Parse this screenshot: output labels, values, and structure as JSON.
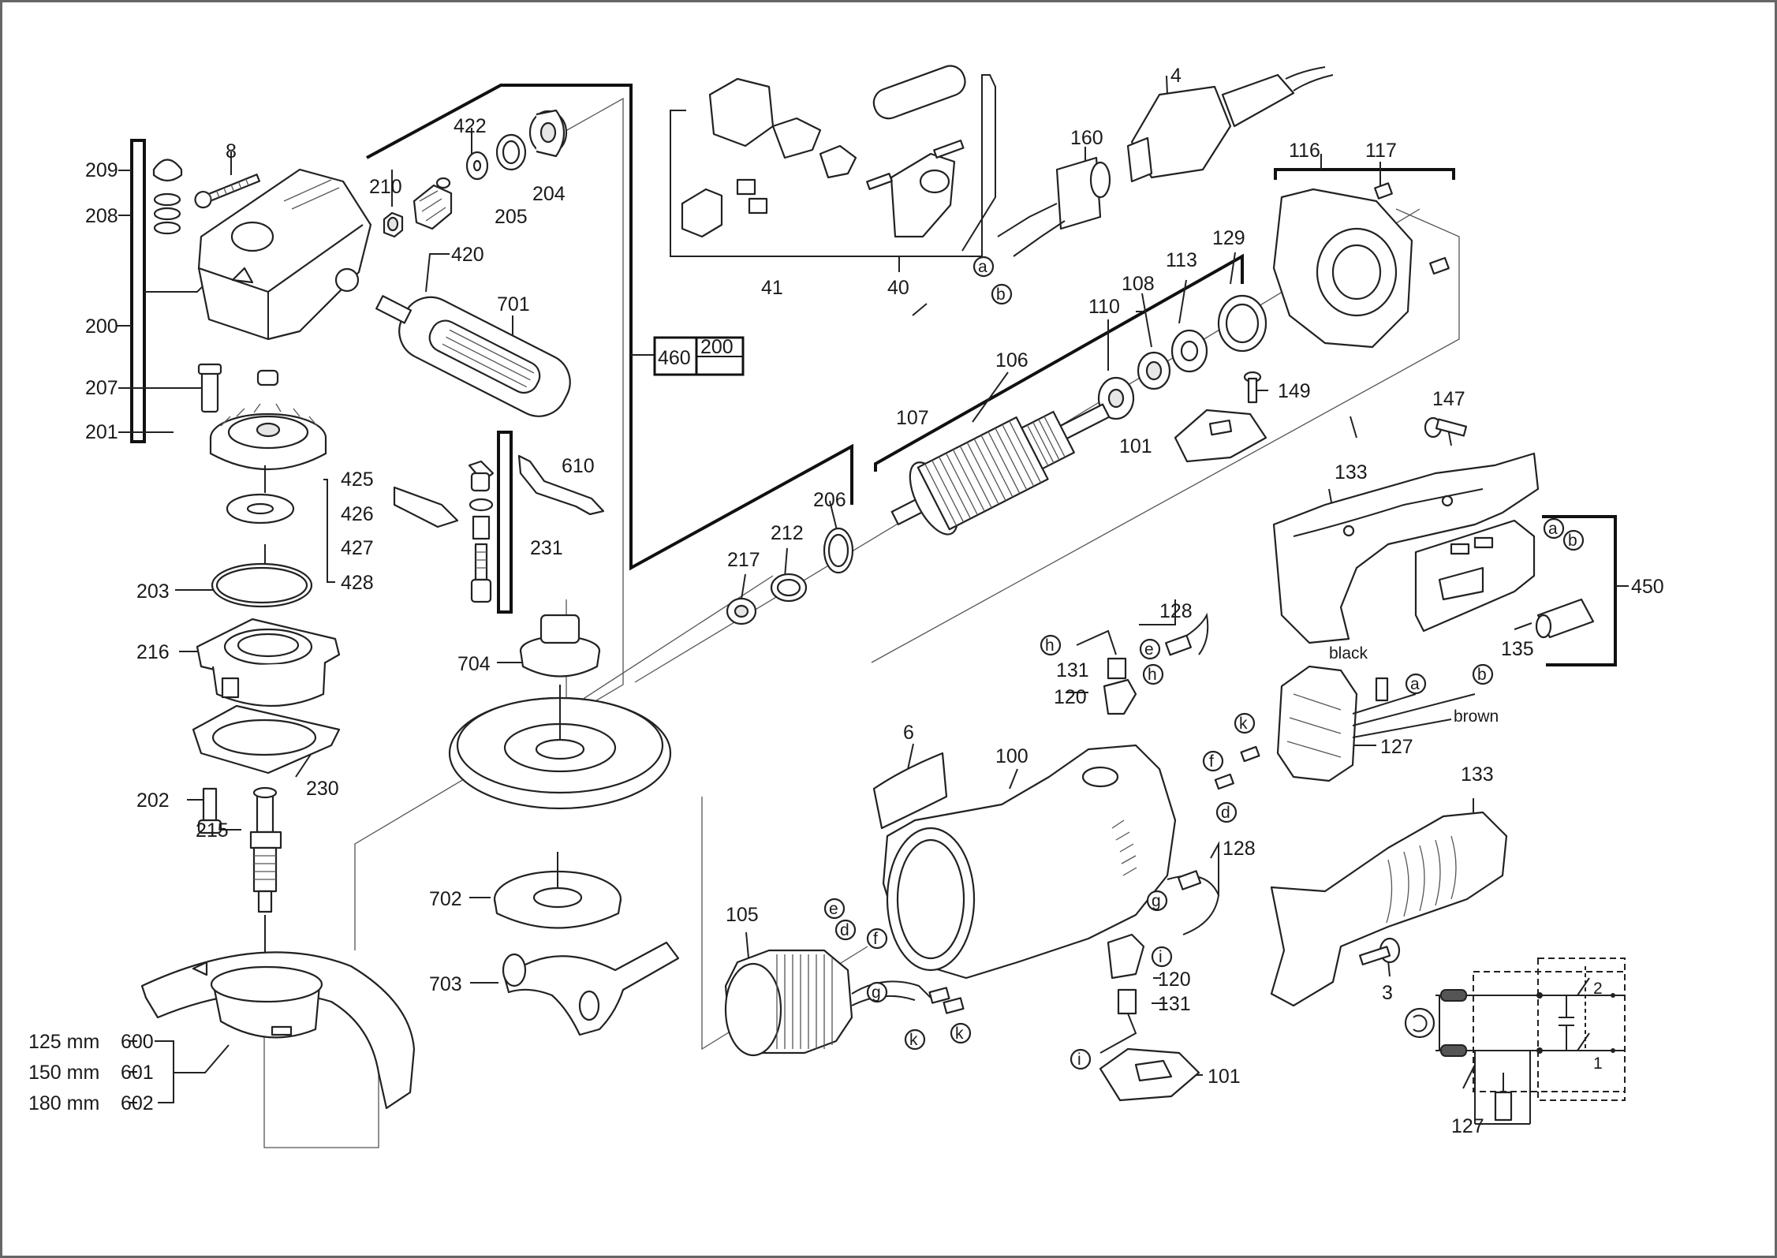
{
  "labels": {
    "p209": "209",
    "p8": "8",
    "p208": "208",
    "p200": "200",
    "p207": "207",
    "p201": "201",
    "p210": "210",
    "p422": "422",
    "p204": "204",
    "p205": "205",
    "p420": "420",
    "p701": "701",
    "p425": "425",
    "p426": "426",
    "p427": "427",
    "p428": "428",
    "p610": "610",
    "p231": "231",
    "p203": "203",
    "p216": "216",
    "p704": "704",
    "p230": "230",
    "p202": "202",
    "p215": "215",
    "p702": "702",
    "p703": "703",
    "p125": "125 mm",
    "p600": "600",
    "p150": "150 mm",
    "p601": "601",
    "p180": "180 mm",
    "p602": "602",
    "box460": "460",
    "box200": "200",
    "p41": "41",
    "p40": "40",
    "p4": "4",
    "p160": "160",
    "p116": "116",
    "p117": "117",
    "p129": "129",
    "p113": "113",
    "p108": "108",
    "p110": "110",
    "p106": "106",
    "p107": "107",
    "p149": "149",
    "p101a": "101",
    "p206": "206",
    "p212": "212",
    "p217": "217",
    "p147": "147",
    "p133a": "133",
    "p450": "450",
    "p135": "135",
    "p128a": "128",
    "p131a": "131",
    "p120a": "120",
    "p127a": "127",
    "black": "black",
    "brown": "brown",
    "p6": "6",
    "p100": "100",
    "p105": "105",
    "p133b": "133",
    "p128b": "128",
    "p120b": "120",
    "p131b": "131",
    "p101b": "101",
    "p3": "3",
    "p127b": "127",
    "sw2": "2",
    "sw1": "1"
  },
  "wire_letters": {
    "a1": "a",
    "b1": "b",
    "a2": "a",
    "b2": "b",
    "a3": "a",
    "b3": "b",
    "h1": "h",
    "e1": "e",
    "h2": "h",
    "k1": "k",
    "f1": "f",
    "d1": "d",
    "e2": "e",
    "d2": "d",
    "f2": "f",
    "g1": "g",
    "k2": "k",
    "k3": "k",
    "g2": "g",
    "i1": "i",
    "i2": "i"
  }
}
